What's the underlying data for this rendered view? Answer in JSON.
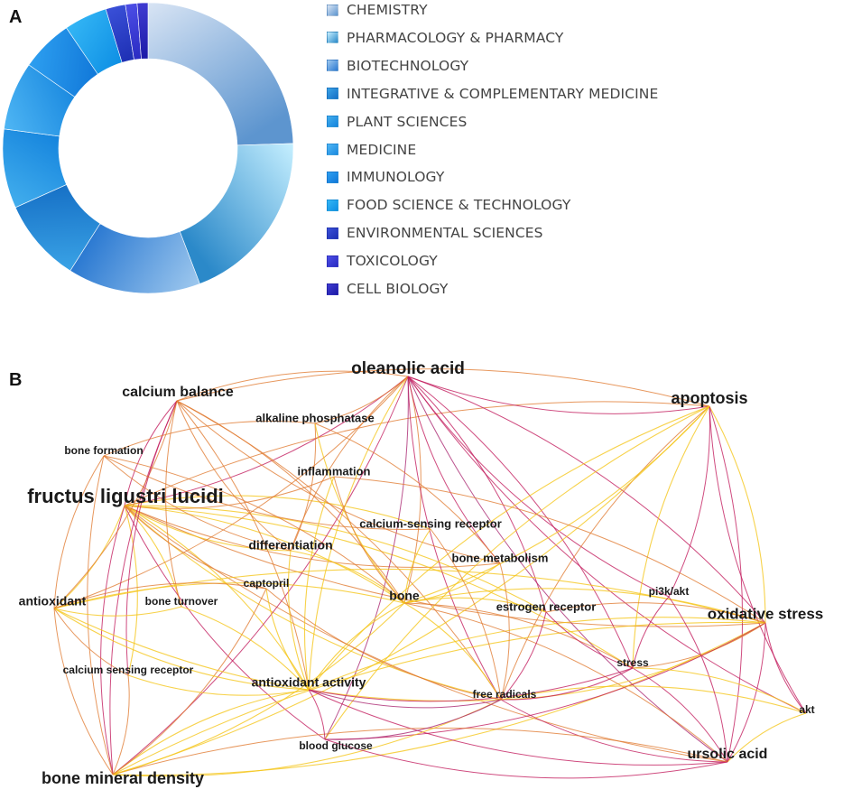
{
  "panels": {
    "a": "A",
    "b": "B"
  },
  "chart_data": [
    {
      "type": "pie",
      "subtype": "donut",
      "categories": [
        "CHEMISTRY",
        "PHARMACOLOGY & PHARMACY",
        "BIOTECHNOLOGY",
        "INTEGRATIVE & COMPLEMENTARY MEDICINE",
        "PLANT SCIENCES",
        "MEDICINE",
        "IMMUNOLOGY",
        "FOOD SCIENCE & TECHNOLOGY",
        "ENVIRONMENTAL SCIENCES",
        "TOXICOLOGY",
        "CELL BIOLOGY"
      ],
      "values": [
        0.245,
        0.197,
        0.148,
        0.093,
        0.088,
        0.076,
        0.058,
        0.048,
        0.022,
        0.013,
        0.012
      ],
      "colors": [
        [
          "#d8e4f4",
          "#5d95cf"
        ],
        [
          "#c5efff",
          "#2b89c9"
        ],
        [
          "#9ec8ee",
          "#2c7ad2"
        ],
        [
          "#3aa3e6",
          "#1670c6"
        ],
        [
          "#42aeed",
          "#1584dd"
        ],
        [
          "#4fb6f4",
          "#1b8ae0"
        ],
        [
          "#2d9ff0",
          "#1178d9"
        ],
        [
          "#34b6f5",
          "#0e8fe4"
        ],
        [
          "#3a50d8",
          "#1d2fb3"
        ],
        [
          "#4c4ee6",
          "#2a2bc2"
        ],
        [
          "#3f3bd2",
          "#1c1aa6"
        ]
      ],
      "legend_position": "right"
    },
    {
      "type": "network",
      "nodes": [
        {
          "id": "oleanolic acid",
          "label": "oleanolic acid",
          "weight": 3
        },
        {
          "id": "calcium balance",
          "label": "calcium balance",
          "weight": 3
        },
        {
          "id": "alkaline phosphatase",
          "label": "alkaline phosphatase",
          "weight": 2
        },
        {
          "id": "apoptosis",
          "label": "apoptosis",
          "weight": 3
        },
        {
          "id": "bone formation",
          "label": "bone formation",
          "weight": 1
        },
        {
          "id": "inflammation",
          "label": "inflammation",
          "weight": 2
        },
        {
          "id": "fructus ligustri lucidi",
          "label": "fructus ligustri lucidi",
          "weight": 5
        },
        {
          "id": "calcium-sensing receptor",
          "label": "calcium-sensing receptor",
          "weight": 2
        },
        {
          "id": "differentiation",
          "label": "differentiation",
          "weight": 2
        },
        {
          "id": "bone metabolism",
          "label": "bone metabolism",
          "weight": 2
        },
        {
          "id": "antioxidant",
          "label": "antioxidant",
          "weight": 2
        },
        {
          "id": "captopril",
          "label": "captopril",
          "weight": 1
        },
        {
          "id": "bone turnover",
          "label": "bone turnover",
          "weight": 1
        },
        {
          "id": "bone",
          "label": "bone",
          "weight": 2
        },
        {
          "id": "pi3k/akt",
          "label": "pi3k/akt",
          "weight": 1
        },
        {
          "id": "estrogen receptor",
          "label": "estrogen receptor",
          "weight": 2
        },
        {
          "id": "oxidative stress",
          "label": "oxidative stress",
          "weight": 3
        },
        {
          "id": "calcium sensing receptor",
          "label": "calcium sensing receptor",
          "weight": 1
        },
        {
          "id": "stress",
          "label": "stress",
          "weight": 1
        },
        {
          "id": "antioxidant activity",
          "label": "antioxidant activity",
          "weight": 2
        },
        {
          "id": "free radicals",
          "label": "free radicals",
          "weight": 1
        },
        {
          "id": "akt",
          "label": "akt",
          "weight": 1
        },
        {
          "id": "blood glucose",
          "label": "blood glucose",
          "weight": 1
        },
        {
          "id": "ursolic acid",
          "label": "ursolic acid",
          "weight": 3
        },
        {
          "id": "bone mineral density",
          "label": "bone mineral density",
          "weight": 3
        }
      ],
      "edge_colors": [
        "#c2185b",
        "#e07a2f",
        "#f5c518",
        "#a8226e"
      ]
    }
  ]
}
